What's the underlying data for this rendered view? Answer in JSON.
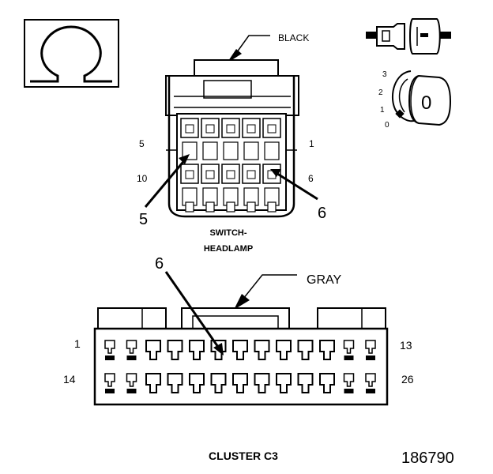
{
  "symbol": {
    "name": "ohm-symbol",
    "glyph": "Ω"
  },
  "headlamp_switch": {
    "wire_color": "BLACK",
    "pin_top_left": "5",
    "pin_top_right": "1",
    "pin_bottom_left": "10",
    "pin_bottom_right": "6",
    "callout_left": "5",
    "callout_right": "6",
    "name_line1": "SWITCH-",
    "name_line2": "HEADLAMP"
  },
  "meter": {
    "positions": [
      "3",
      "2",
      "1",
      "0"
    ],
    "key_label": "0"
  },
  "cluster": {
    "callout": "6",
    "wire_color": "GRAY",
    "pin_top_left": "1",
    "pin_top_right": "13",
    "pin_bottom_left": "14",
    "pin_bottom_right": "26",
    "title": "CLUSTER C3"
  },
  "figure_number": "186790",
  "colors": {
    "ink": "#000000",
    "paper": "#ffffff"
  }
}
